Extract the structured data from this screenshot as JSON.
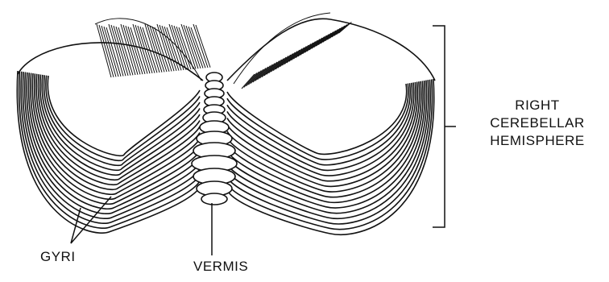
{
  "labels": {
    "right_hemisphere_line1": "RIGHT",
    "right_hemisphere_line2": "CEREBELLAR",
    "right_hemisphere_line3": "HEMISPHERE",
    "gyri": "GYRI",
    "vermis": "VERMIS"
  },
  "colors": {
    "ink": "#111111",
    "background": "#ffffff"
  }
}
